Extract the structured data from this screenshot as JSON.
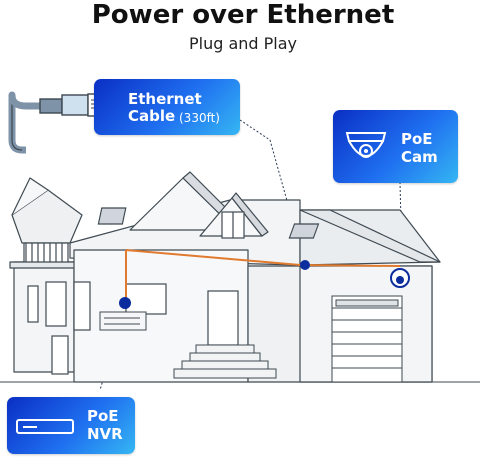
{
  "header": {
    "title": "Power over Ethernet",
    "subtitle": "Plug and Play"
  },
  "cable_card": {
    "line1": "Ethernet",
    "line2": "Cable",
    "note": "(330ft)"
  },
  "cam_card": {
    "line1": "PoE",
    "line2": "Cam"
  },
  "nvr_card": {
    "line1": "PoE",
    "line2": "NVR"
  },
  "colors": {
    "accent_dark": "#0a2fc4",
    "accent_light": "#35b6f3",
    "cable": "#e07a2e",
    "house_line": "#3f4a52"
  },
  "icons": [
    "ethernet-cable-icon",
    "dome-camera-icon",
    "nvr-recorder-icon",
    "house-illustration"
  ]
}
